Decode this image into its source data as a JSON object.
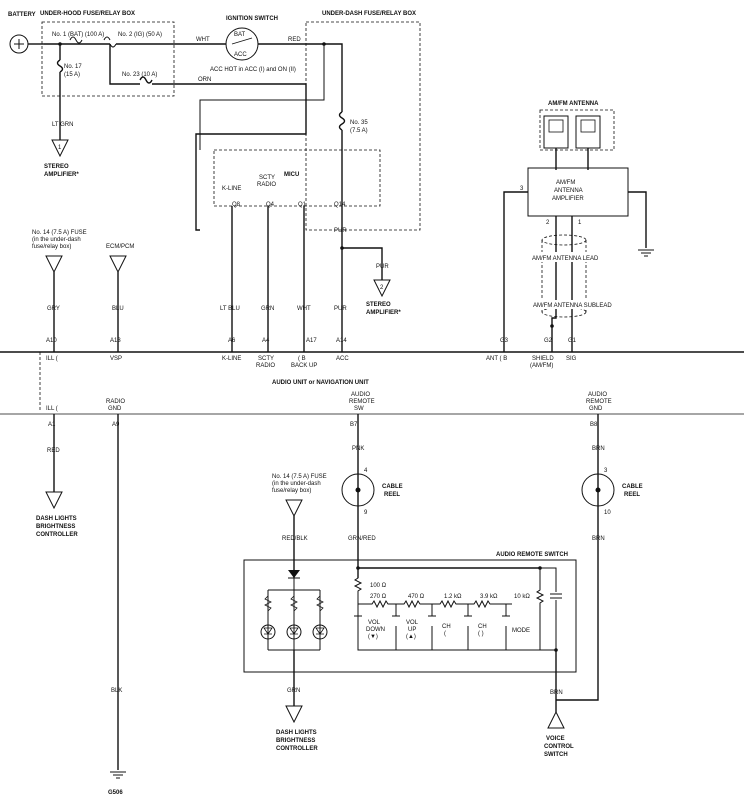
{
  "battery": {
    "label": "BATTERY"
  },
  "underhood_box": {
    "title": "UNDER-HOOD FUSE/RELAY BOX",
    "fuse1": "No. 1 (BAT) (100 A)",
    "fuse2": "No. 2 (IG) (50 A)",
    "fuse17a": "No. 17",
    "fuse17b": "(15 A)",
    "fuse23": "No. 23 (10 A)"
  },
  "ignition": {
    "title": "IGNITION SWITCH",
    "bat": "BAT",
    "acc": "ACC",
    "note": "ACC HOT in ACC (I) and ON (II)"
  },
  "underdash_box": {
    "title": "UNDER-DASH FUSE/RELAY BOX",
    "fuse35a": "No. 35",
    "fuse35b": "(7.5 A)"
  },
  "micu": {
    "title": "MICU",
    "kline": "K-LINE",
    "scty1": "SCTY",
    "scty2": "RADIO",
    "pins": [
      "Q8",
      "Q4",
      "Q1",
      "Q14"
    ]
  },
  "wires": {
    "wht1": "WHT",
    "red": "RED",
    "orn": "ORN",
    "ltgrn": "LT GRN",
    "gry": "GRY",
    "blu": "BLU",
    "ltblu": "LT BLU",
    "grn1": "GRN",
    "wht2": "WHT",
    "pur1": "PUR",
    "pur2": "PUR",
    "pur3": "PUR",
    "red2": "RED",
    "pnk": "PNK",
    "brn1": "BRN",
    "grnred": "GRN/RED",
    "brn2": "BRN",
    "redblk": "RED/BLK",
    "blk": "BLK",
    "grn2": "GRN",
    "brn3": "BRN"
  },
  "stereo_amp1": {
    "line1": "STEREO",
    "line2": "AMPLIFIER*",
    "pin": "1"
  },
  "stereo_amp2": {
    "line1": "STEREO",
    "line2": "AMPLIFIER*",
    "pin": "2"
  },
  "fuse14_top": {
    "line1": "No. 14 (7.5 A) FUSE",
    "line2": "(in the under-dash",
    "line3": "fuse/relay box)"
  },
  "ecm": {
    "label": "ECM/PCM"
  },
  "antenna": {
    "title": "AM/FM ANTENNA",
    "amp1": "AM/FM",
    "amp2": "ANTENNA",
    "amp3": "AMPLIFIER",
    "pin3": "3",
    "pin2": "2",
    "pin1": "1",
    "lead": "AM/FM ANTENNA LEAD",
    "sublead": "AM/FM ANTENNA SUBLEAD"
  },
  "audio_unit": {
    "title": "AUDIO UNIT or NAVIGATION UNIT",
    "top_pins": [
      "A10",
      "A13",
      "A6",
      "A4",
      "A17",
      "A14",
      "G3",
      "G2",
      "G1"
    ],
    "ill": "ILL (",
    "vsp": "VSP",
    "kline": "K-LINE",
    "scty1": "SCTY",
    "scty2": "RADIO",
    "b1": "( B",
    "b2": "BACK UP",
    "acc": "ACC",
    "ant": "ANT ( B",
    "shield1": "SHIELD",
    "shield2": "(AM/FM)",
    "sig": "SIG",
    "ill2": "ILL (",
    "rgnd1": "RADIO",
    "rgnd2": "GND",
    "rsw1": "AUDIO",
    "rsw2": "REMOTE",
    "rsw3": "SW",
    "rgnd3": "AUDIO",
    "rgnd4": "REMOTE",
    "rgnd5": "GND",
    "bottom_pins": [
      "A1",
      "A9",
      "B7",
      "B8"
    ]
  },
  "dash_lights1": {
    "line1": "DASH LIGHTS",
    "line2": "BRIGHTNESS",
    "line3": "CONTROLLER"
  },
  "cable_reel1": {
    "line1": "CABLE",
    "line2": "REEL",
    "pin_top": "4",
    "pin_bot": "9"
  },
  "cable_reel2": {
    "line1": "CABLE",
    "line2": "REEL",
    "pin_top": "3",
    "pin_bot": "10"
  },
  "fuse14_bottom": {
    "line1": "No. 14 (7.5 A) FUSE",
    "line2": "(in the under-dash",
    "line3": "fuse/relay box)"
  },
  "remote_switch": {
    "title": "AUDIO REMOTE SWITCH",
    "r100": "100 Ω",
    "r270": "270 Ω",
    "r470": "470 Ω",
    "r1k2": "1.2 kΩ",
    "r3k9": "3.9 kΩ",
    "r10k": "10 kΩ",
    "sw1a": "VOL",
    "sw1b": "DOWN",
    "sw1c": "(▼)",
    "sw2a": "VOL",
    "sw2b": "UP",
    "sw2c": "(▲)",
    "sw3a": "CH",
    "sw3b": "(",
    "sw4a": "CH",
    "sw4b": "( )",
    "sw5": "MODE"
  },
  "dash_lights2": {
    "line1": "DASH LIGHTS",
    "line2": "BRIGHTNESS",
    "line3": "CONTROLLER"
  },
  "voice": {
    "line1": "VOICE",
    "line2": "CONTROL",
    "line3": "SWITCH"
  },
  "ground": {
    "label": "G506"
  }
}
